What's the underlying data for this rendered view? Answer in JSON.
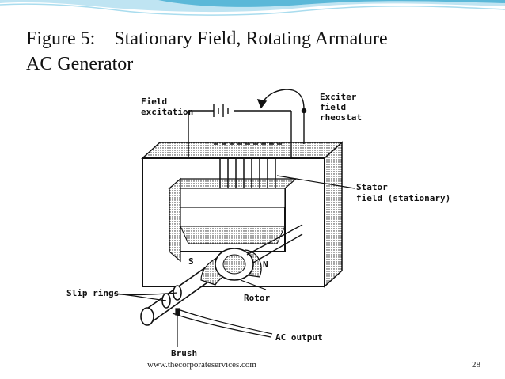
{
  "slide": {
    "title_line1": "Figure 5:    Stationary Field, Rotating Armature",
    "title_line2": "AC Generator",
    "footer_url": "www.thecorporateservices.com",
    "page_number": "28"
  },
  "diagram": {
    "labels": {
      "field_excitation_1": "Field",
      "field_excitation_2": "excitation",
      "exciter_1": "Exciter",
      "exciter_2": "field",
      "exciter_3": "rheostat",
      "stator_1": "Stator",
      "stator_2": "field (stationary)",
      "pole_s": "S",
      "pole_n": "N",
      "slip_rings": "Slip rings",
      "rotor": "Rotor",
      "ac_output": "AC output",
      "brush": "Brush"
    }
  },
  "colors": {
    "header_blue": "#5bb8d8",
    "header_light": "#bfe4f2",
    "ink": "#111111"
  }
}
